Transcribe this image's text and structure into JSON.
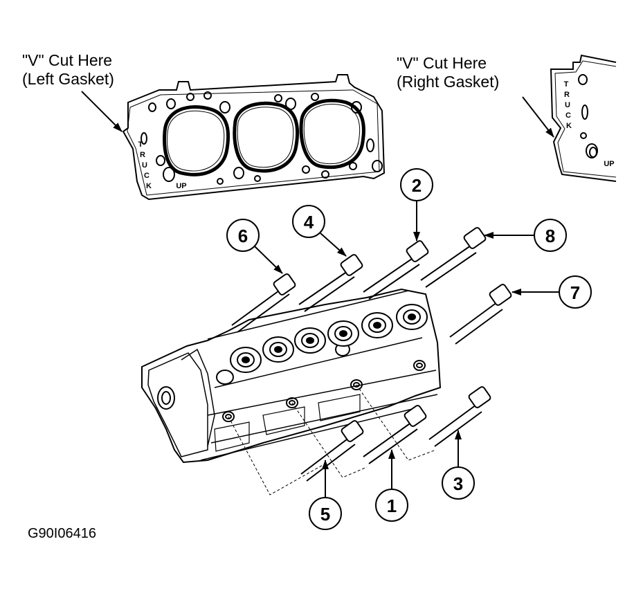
{
  "left_caption": {
    "line1": "\"V\" Cut Here",
    "line2": "(Left Gasket)"
  },
  "right_caption": {
    "line1": "\"V\" Cut Here",
    "line2": "(Right Gasket)"
  },
  "gasket_marking": {
    "letters": [
      "T",
      "R",
      "U",
      "C",
      "K"
    ],
    "up_label": "UP"
  },
  "figure_id": "G90I06416",
  "callouts": [
    {
      "number": "1"
    },
    {
      "number": "2"
    },
    {
      "number": "3"
    },
    {
      "number": "4"
    },
    {
      "number": "5"
    },
    {
      "number": "6"
    },
    {
      "number": "7"
    },
    {
      "number": "8"
    }
  ]
}
